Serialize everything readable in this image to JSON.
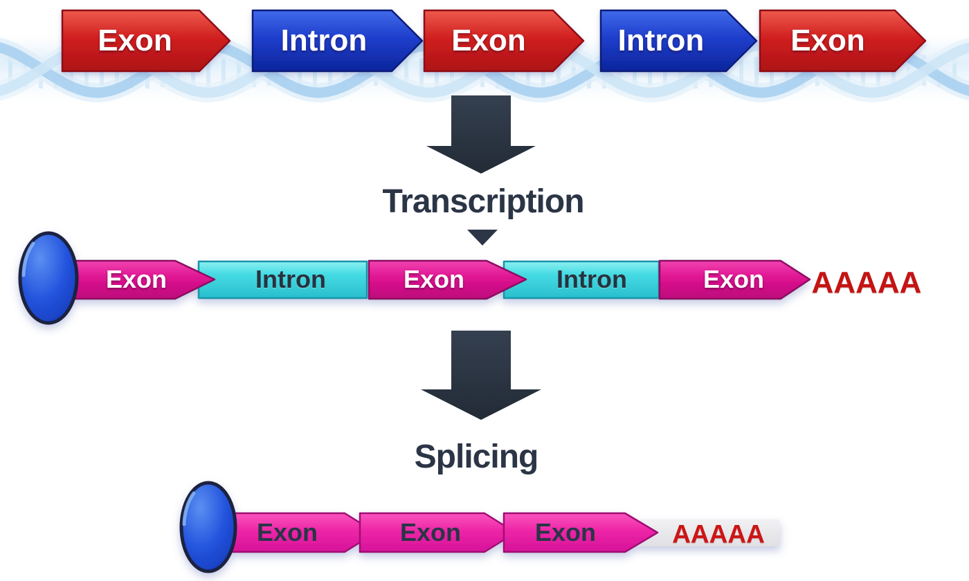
{
  "diagram": {
    "dna": {
      "description_name": "gene-dna",
      "segments": [
        {
          "type": "exon",
          "label": "Exon"
        },
        {
          "type": "intron",
          "label": "Intron"
        },
        {
          "type": "exon",
          "label": "Exon"
        },
        {
          "type": "intron",
          "label": "Intron"
        },
        {
          "type": "exon",
          "label": "Exon"
        }
      ]
    },
    "transcription_label": "Transcription",
    "pre_mrna": {
      "segments": [
        {
          "type": "exon",
          "label": "Exon"
        },
        {
          "type": "intron",
          "label": "Intron"
        },
        {
          "type": "exon",
          "label": "Exon"
        },
        {
          "type": "intron",
          "label": "Intron"
        },
        {
          "type": "exon",
          "label": "Exon"
        }
      ],
      "poly_a": "AAAAA"
    },
    "splicing_label": "Splicing",
    "mature_mrna": {
      "segments": [
        {
          "type": "exon",
          "label": "Exon"
        },
        {
          "type": "exon",
          "label": "Exon"
        },
        {
          "type": "exon",
          "label": "Exon"
        }
      ],
      "poly_a": "AAAAA"
    }
  },
  "colors": {
    "dna_exon": "#d02020",
    "dna_intron": "#1f3ecc",
    "rna_exon": "#de1391",
    "rna_exon_mature": "#ee25a7",
    "rna_intron": "#45dbe3",
    "five_prime_cap": "#2353dd",
    "poly_a_text": "#c41414",
    "step_arrow": "#2c3646",
    "helix_strand": "#a6cfee"
  }
}
